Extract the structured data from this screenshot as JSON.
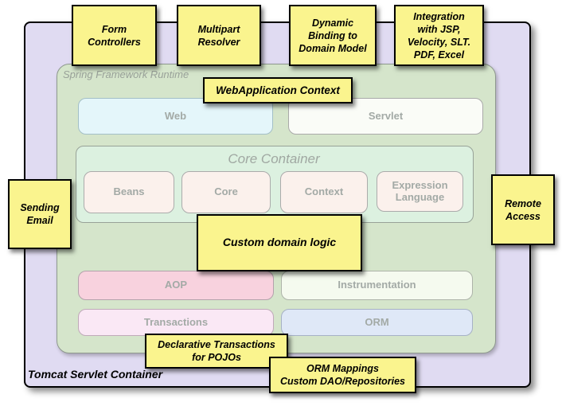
{
  "diagram": {
    "outer_container": {
      "label": "Tomcat Servlet Container"
    },
    "runtime": {
      "label": "Spring Framework Runtime"
    },
    "core_container": {
      "title": "Core Container"
    },
    "modules": {
      "web": "Web",
      "servlet": "Servlet",
      "beans": "Beans",
      "core": "Core",
      "context": "Context",
      "expression": "Expression Language",
      "aop": "AOP",
      "instrumentation": "Instrumentation",
      "transactions": "Transactions",
      "orm": "ORM"
    },
    "notes": {
      "form_controllers": {
        "text": "Form\nControllers"
      },
      "multipart_resolver": {
        "text": "Multipart\nResolver"
      },
      "dynamic_binding": {
        "text": "Dynamic\nBinding to\nDomain Model"
      },
      "integration": {
        "text": "Integration\nwith JSP,\nVelocity, SLT.\nPDF, Excel"
      },
      "webapplication_context": {
        "text": "WebApplication Context"
      },
      "sending_email": {
        "text": "Sending\nEmail"
      },
      "remote_access": {
        "text": "Remote\nAccess"
      },
      "custom_domain_logic": {
        "text": "Custom domain logic"
      },
      "declarative_transactions": {
        "text": "Declarative Transactions\nfor POJOs"
      },
      "orm_mappings": {
        "text": "ORM Mappings\nCustom DAO/Repositories"
      }
    },
    "colors": {
      "note_yellow": "#faf48e",
      "outer_purple": "#e0dbf2",
      "runtime_green": "#d5e5cb",
      "core_mint": "#dcf1e0",
      "web_cyan": "#e4f6fa",
      "servlet_white": "#fafcf7",
      "subbox_pink": "#fbf1ec",
      "aop_pink": "#f8d2de",
      "instrumentation_white": "#f5faef",
      "transactions_pink": "#fae8f5",
      "orm_blue": "#dfe8f7",
      "label_gray": "#a3aaa6"
    }
  }
}
